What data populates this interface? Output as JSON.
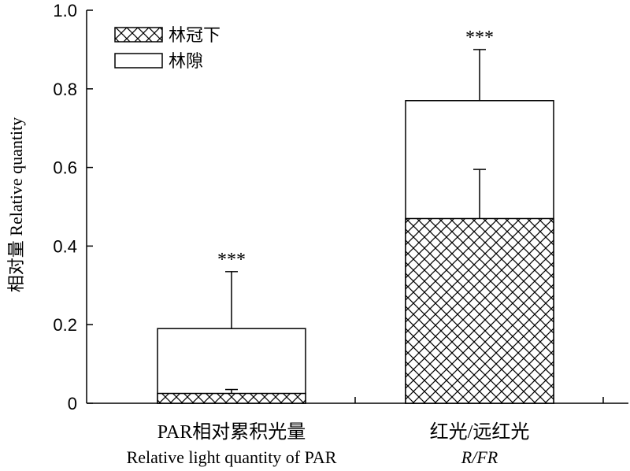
{
  "chart_data": {
    "type": "bar",
    "stacked": "overlaid",
    "categories": [
      {
        "label": "PAR相对累积光量",
        "sublabel": "Relative light quantity of PAR",
        "sublabel_italic": false
      },
      {
        "label": "红光/远红光",
        "sublabel": "R/FR",
        "sublabel_italic": true
      }
    ],
    "series": [
      {
        "name": "林冠下",
        "pattern": "crosshatch",
        "values": [
          0.025,
          0.47
        ],
        "errors": [
          0.01,
          0.125
        ]
      },
      {
        "name": "林隙",
        "pattern": "solid-white",
        "values": [
          0.19,
          0.77
        ],
        "errors": [
          0.145,
          0.13
        ]
      }
    ],
    "significance": [
      "***",
      "***"
    ],
    "ylabel": "相对量  Relative quantity",
    "xlabel": "",
    "ylim": [
      0,
      1.0
    ],
    "yticks": [
      0,
      0.2,
      0.4,
      0.6,
      0.8,
      1.0
    ],
    "ytick_labels": [
      "0",
      "0.2",
      "0.4",
      "0.6",
      "0.8",
      "1.0"
    ],
    "legend_position": "top-left",
    "grid": false,
    "colors": {
      "stroke": "#000000",
      "fill": "#ffffff"
    }
  }
}
